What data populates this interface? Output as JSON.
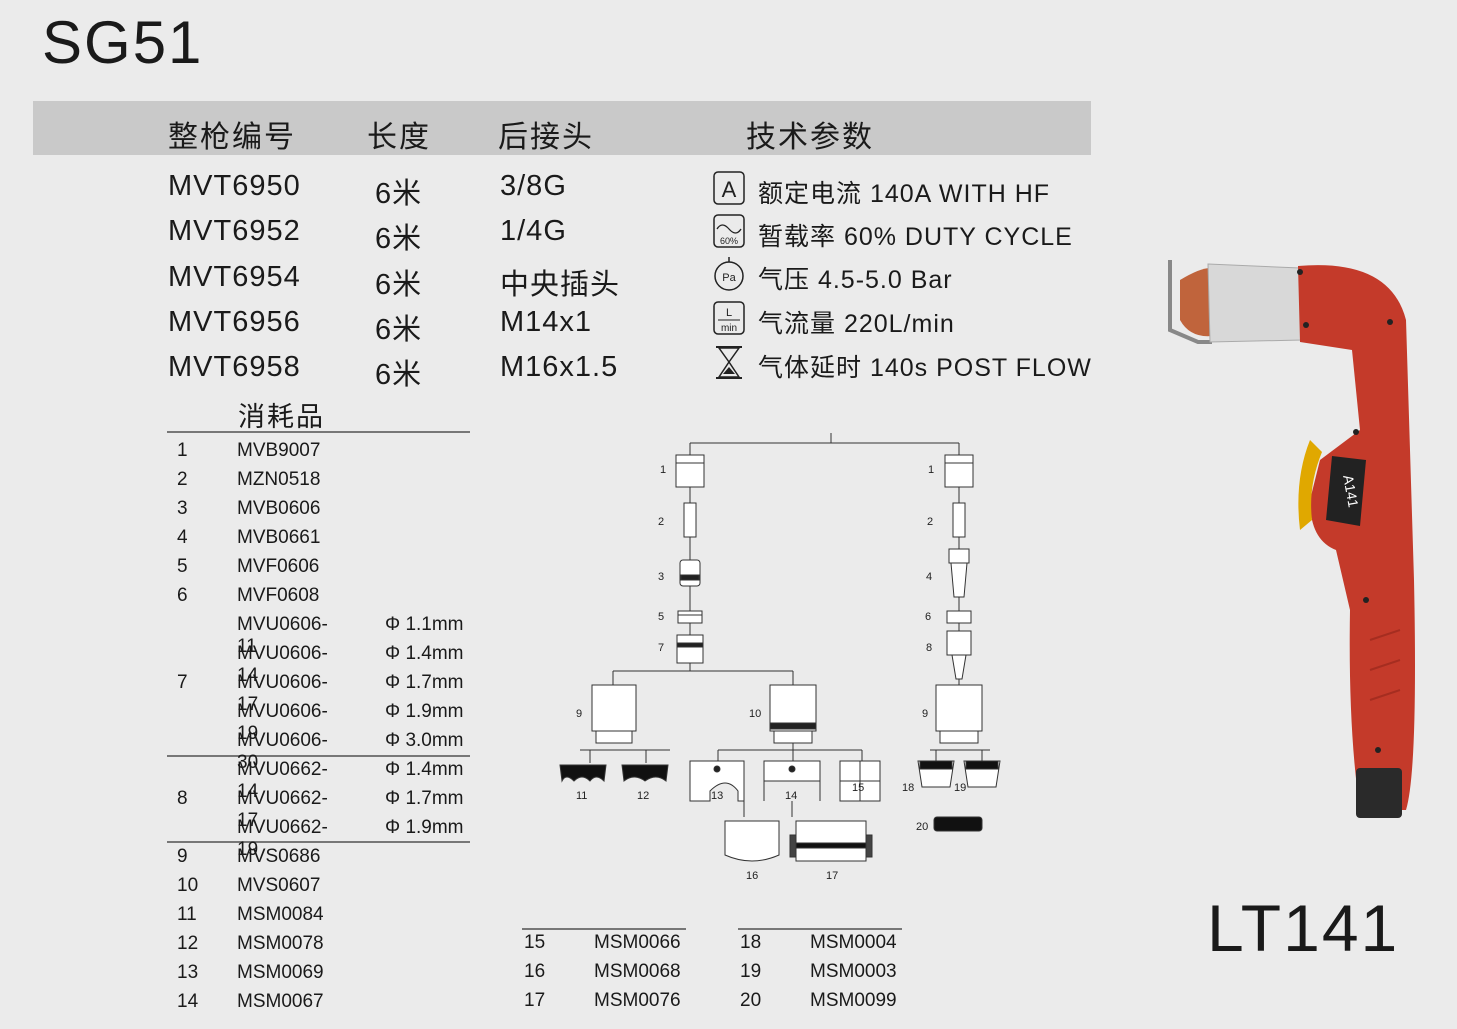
{
  "model": "SG51",
  "headers": {
    "code": "整枪编号",
    "length": "长度",
    "connector": "后接头",
    "specs": "技术参数"
  },
  "torches": [
    {
      "code": "MVT6950",
      "length": "6米",
      "connector": "3/8G"
    },
    {
      "code": "MVT6952",
      "length": "6米",
      "connector": "1/4G"
    },
    {
      "code": "MVT6954",
      "length": "6米",
      "connector": "中央插头"
    },
    {
      "code": "MVT6956",
      "length": "6米",
      "connector": "M14x1"
    },
    {
      "code": "MVT6958",
      "length": "6米",
      "connector": "M16x1.5"
    }
  ],
  "specs": [
    {
      "icon": "current-icon",
      "icon_text": "A",
      "text": "额定电流 140A WITH HF"
    },
    {
      "icon": "duty-cycle-icon",
      "icon_text": "60%",
      "text": "暂载率 60% DUTY CYCLE"
    },
    {
      "icon": "pressure-gauge-icon",
      "icon_text": "Pa",
      "text": "气压 4.5-5.0 Bar"
    },
    {
      "icon": "flow-icon",
      "icon_text": "L min",
      "text": "气流量 220L/min"
    },
    {
      "icon": "hourglass-icon",
      "icon_text": "",
      "text": "气体延时 140s POST FLOW"
    }
  ],
  "consumables_title": "消耗品",
  "consumables": [
    {
      "no": "1",
      "code": "MVB9007",
      "dim": ""
    },
    {
      "no": "2",
      "code": "MZN0518",
      "dim": ""
    },
    {
      "no": "3",
      "code": "MVB0606",
      "dim": ""
    },
    {
      "no": "4",
      "code": "MVB0661",
      "dim": ""
    },
    {
      "no": "5",
      "code": "MVF0606",
      "dim": ""
    },
    {
      "no": "6",
      "code": "MVF0608",
      "dim": ""
    },
    {
      "no": "",
      "code": "MVU0606-11",
      "dim": "Φ 1.1mm"
    },
    {
      "no": "",
      "code": "MVU0606-14",
      "dim": "Φ 1.4mm"
    },
    {
      "no": "7",
      "code": "MVU0606-17",
      "dim": "Φ 1.7mm"
    },
    {
      "no": "",
      "code": "MVU0606-19",
      "dim": "Φ 1.9mm"
    },
    {
      "no": "",
      "code": "MVU0606-30",
      "dim": "Φ 3.0mm"
    },
    {
      "no": "",
      "code": "MVU0662-14",
      "dim": "Φ 1.4mm"
    },
    {
      "no": "8",
      "code": "MVU0662-17",
      "dim": "Φ 1.7mm"
    },
    {
      "no": "",
      "code": "MVU0662-19",
      "dim": "Φ 1.9mm"
    },
    {
      "no": "9",
      "code": "MVS0686",
      "dim": ""
    },
    {
      "no": "10",
      "code": "MVS0607",
      "dim": ""
    },
    {
      "no": "11",
      "code": "MSM0084",
      "dim": ""
    },
    {
      "no": "12",
      "code": "MSM0078",
      "dim": ""
    },
    {
      "no": "13",
      "code": "MSM0069",
      "dim": ""
    },
    {
      "no": "14",
      "code": "MSM0067",
      "dim": ""
    }
  ],
  "bottom_a": [
    {
      "no": "15",
      "code": "MSM0066"
    },
    {
      "no": "16",
      "code": "MSM0068"
    },
    {
      "no": "17",
      "code": "MSM0076"
    }
  ],
  "bottom_b": [
    {
      "no": "18",
      "code": "MSM0004"
    },
    {
      "no": "19",
      "code": "MSM0003"
    },
    {
      "no": "20",
      "code": "MSM0099"
    }
  ],
  "diagram_labels": [
    "1",
    "2",
    "3",
    "5",
    "7",
    "9",
    "10",
    "11",
    "12",
    "13",
    "14",
    "15",
    "16",
    "17",
    "1",
    "2",
    "4",
    "6",
    "8",
    "9",
    "18",
    "19",
    "20"
  ],
  "torch_label": "A141",
  "product": "LT141",
  "colors": {
    "header_band": "#c9c9c9",
    "torch_body": "#c43a2a",
    "trigger": "#e0a800",
    "background": "#ebebeb"
  }
}
